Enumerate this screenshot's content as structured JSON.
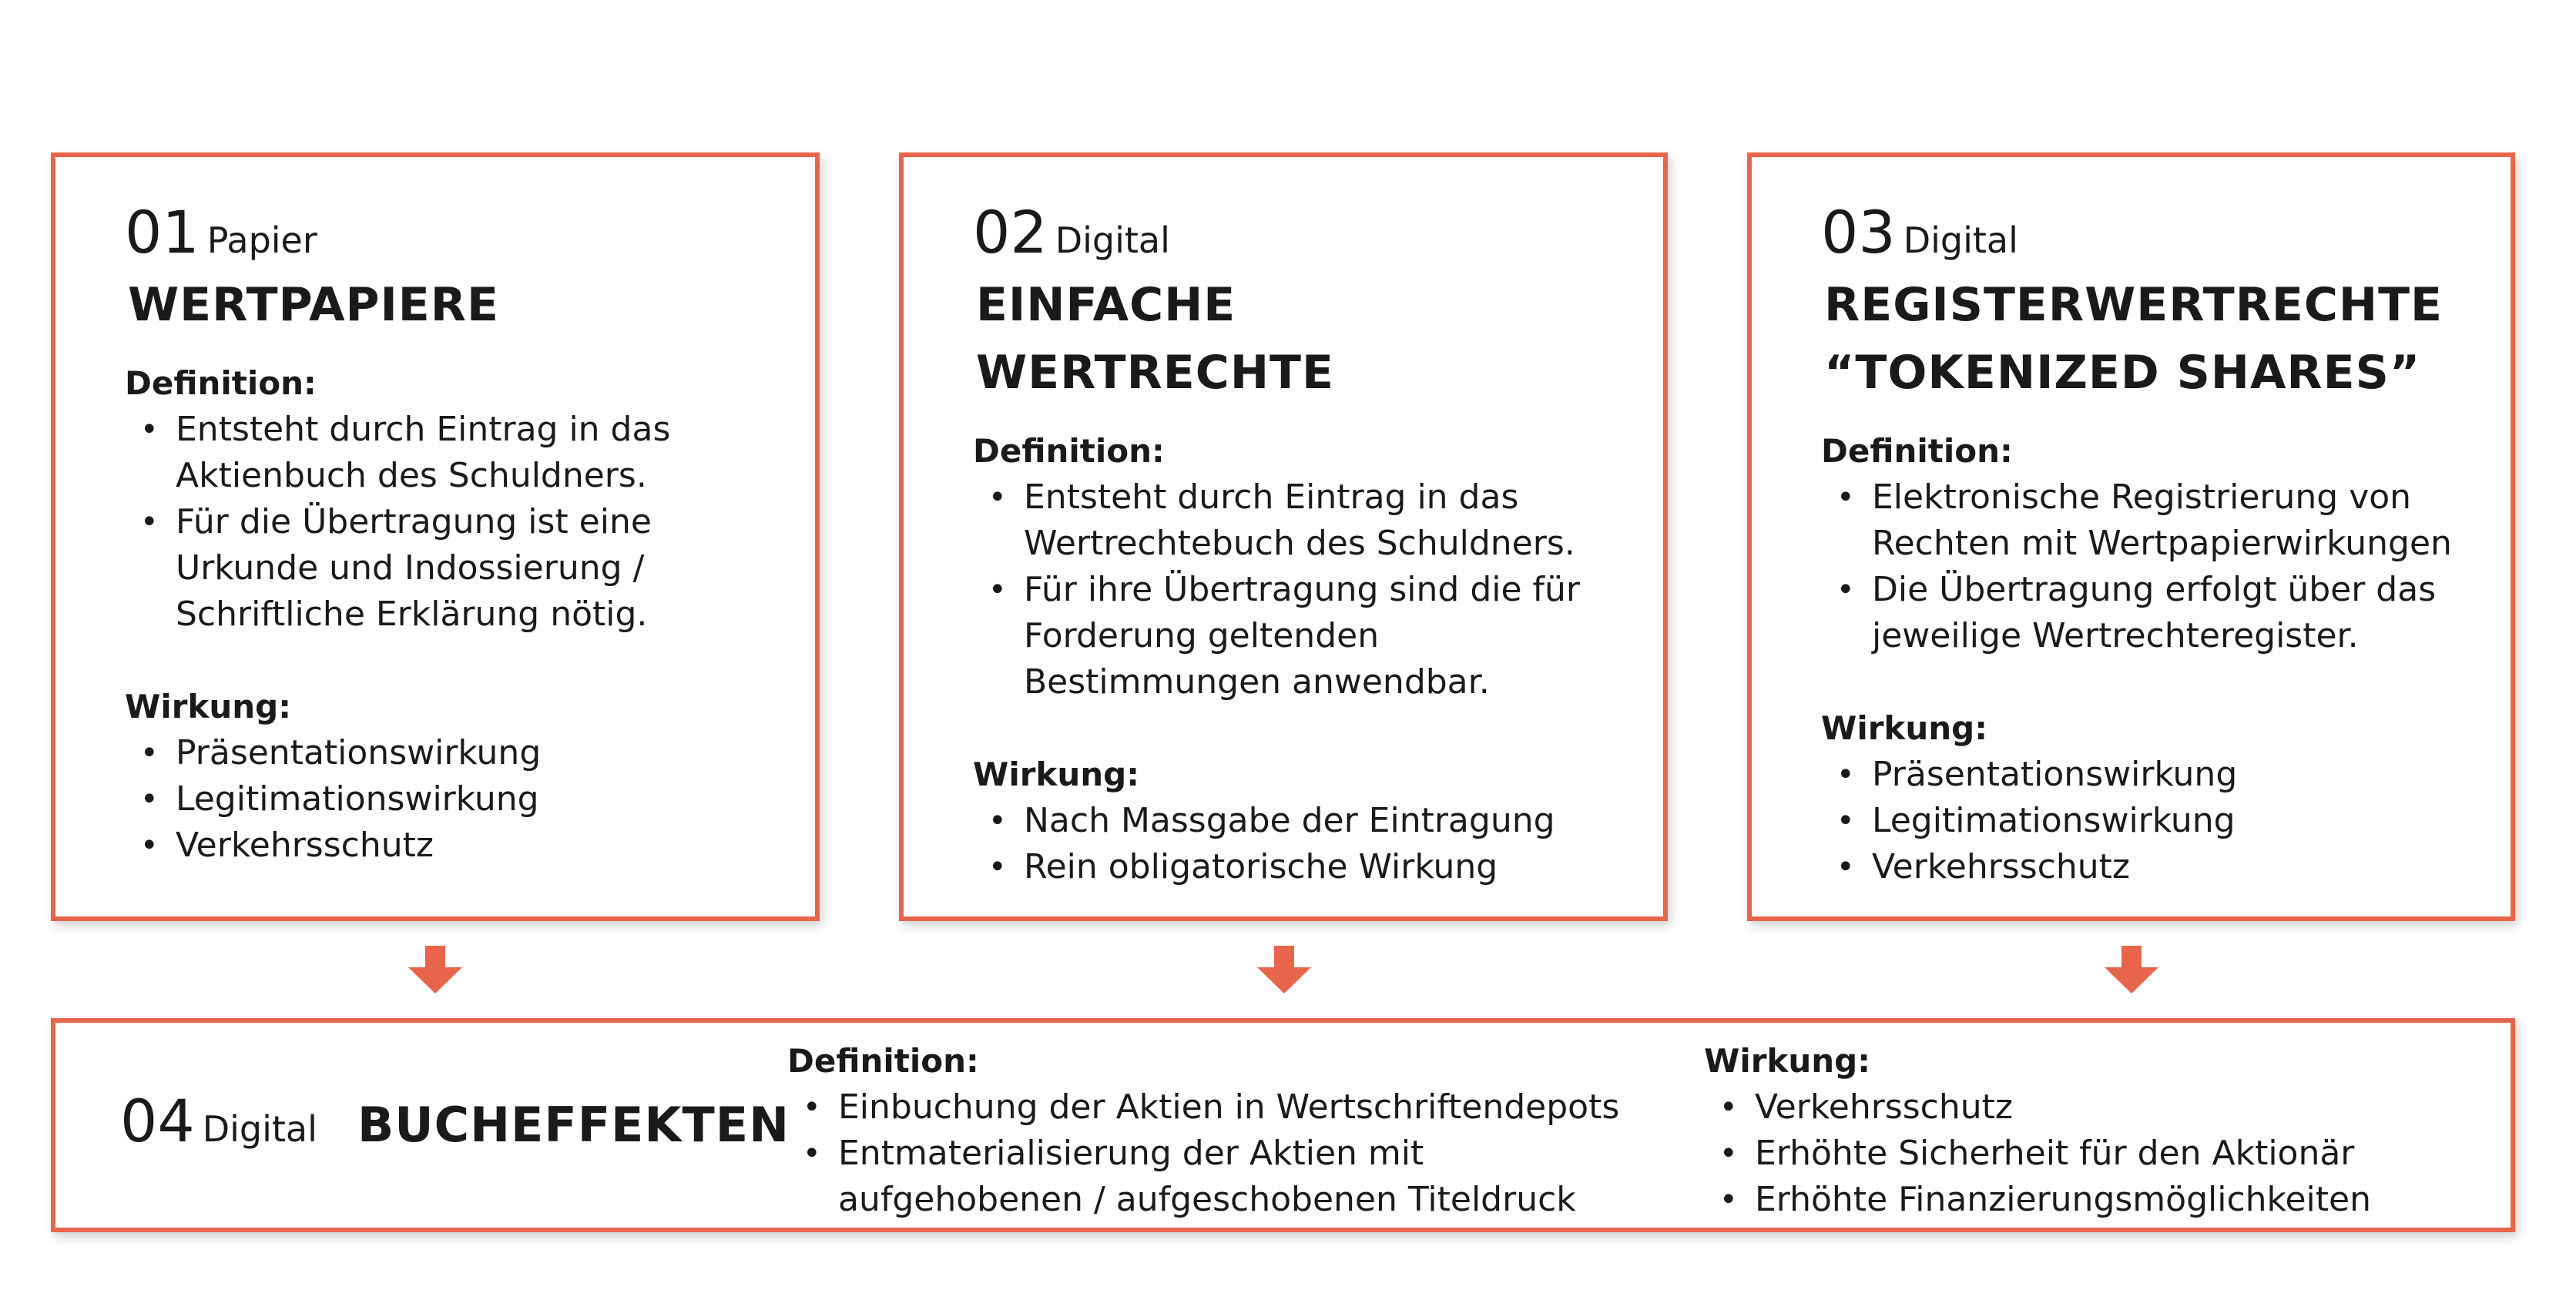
{
  "colors": {
    "accent": "#e8654b",
    "text": "#1a1a1a",
    "background": "#ffffff"
  },
  "cards": [
    {
      "number": "01",
      "kind": "Papier",
      "title_lines": [
        "WERTPAPIERE"
      ],
      "definition_label": "Definition:",
      "definition": [
        "Entsteht durch Eintrag in das Aktienbuch des Schuldners.",
        "Für die Übertragung ist eine Urkunde und Indossierung / Schriftliche Erklärung nötig."
      ],
      "effect_label": "Wirkung:",
      "effects": [
        "Präsentationswirkung",
        "Legitimationswirkung",
        "Verkehrsschutz"
      ]
    },
    {
      "number": "02",
      "kind": "Digital",
      "title_lines": [
        "EINFACHE",
        "WERTRECHTE"
      ],
      "definition_label": "Definition:",
      "definition": [
        "Entsteht durch Eintrag in das Wertrechtebuch des Schuldners.",
        "Für ihre Übertragung sind die für Forderung geltenden Bestimmungen anwendbar."
      ],
      "effect_label": "Wirkung:",
      "effects": [
        "Nach Massgabe der Eintragung",
        "Rein obligatorische Wirkung"
      ]
    },
    {
      "number": "03",
      "kind": "Digital",
      "title_lines": [
        "REGISTERWERTRECHTE",
        "“TOKENIZED SHARES”"
      ],
      "definition_label": "Definition:",
      "definition": [
        "Elektronische Registrierung von Rechten mit Wertpapierwirkungen",
        "Die Übertragung erfolgt über das jeweilige Wertrechteregister."
      ],
      "effect_label": "Wirkung:",
      "effects": [
        "Präsentationswirkung",
        "Legitimationswirkung",
        "Verkehrsschutz"
      ]
    }
  ],
  "bottom": {
    "number": "04",
    "kind": "Digital",
    "title": "BUCHEFFEKTEN",
    "definition_label": "Definition:",
    "definition": [
      "Einbuchung der Aktien in Wertschriftendepots",
      "Entmaterialisierung der Aktien mit aufgehobenen / aufgeschobenen Titeldruck"
    ],
    "effect_label": "Wirkung:",
    "effects": [
      "Verkehrsschutz",
      "Erhöhte Sicherheit für den Aktionär",
      "Erhöhte Finanzierungsmöglichkeiten"
    ]
  }
}
